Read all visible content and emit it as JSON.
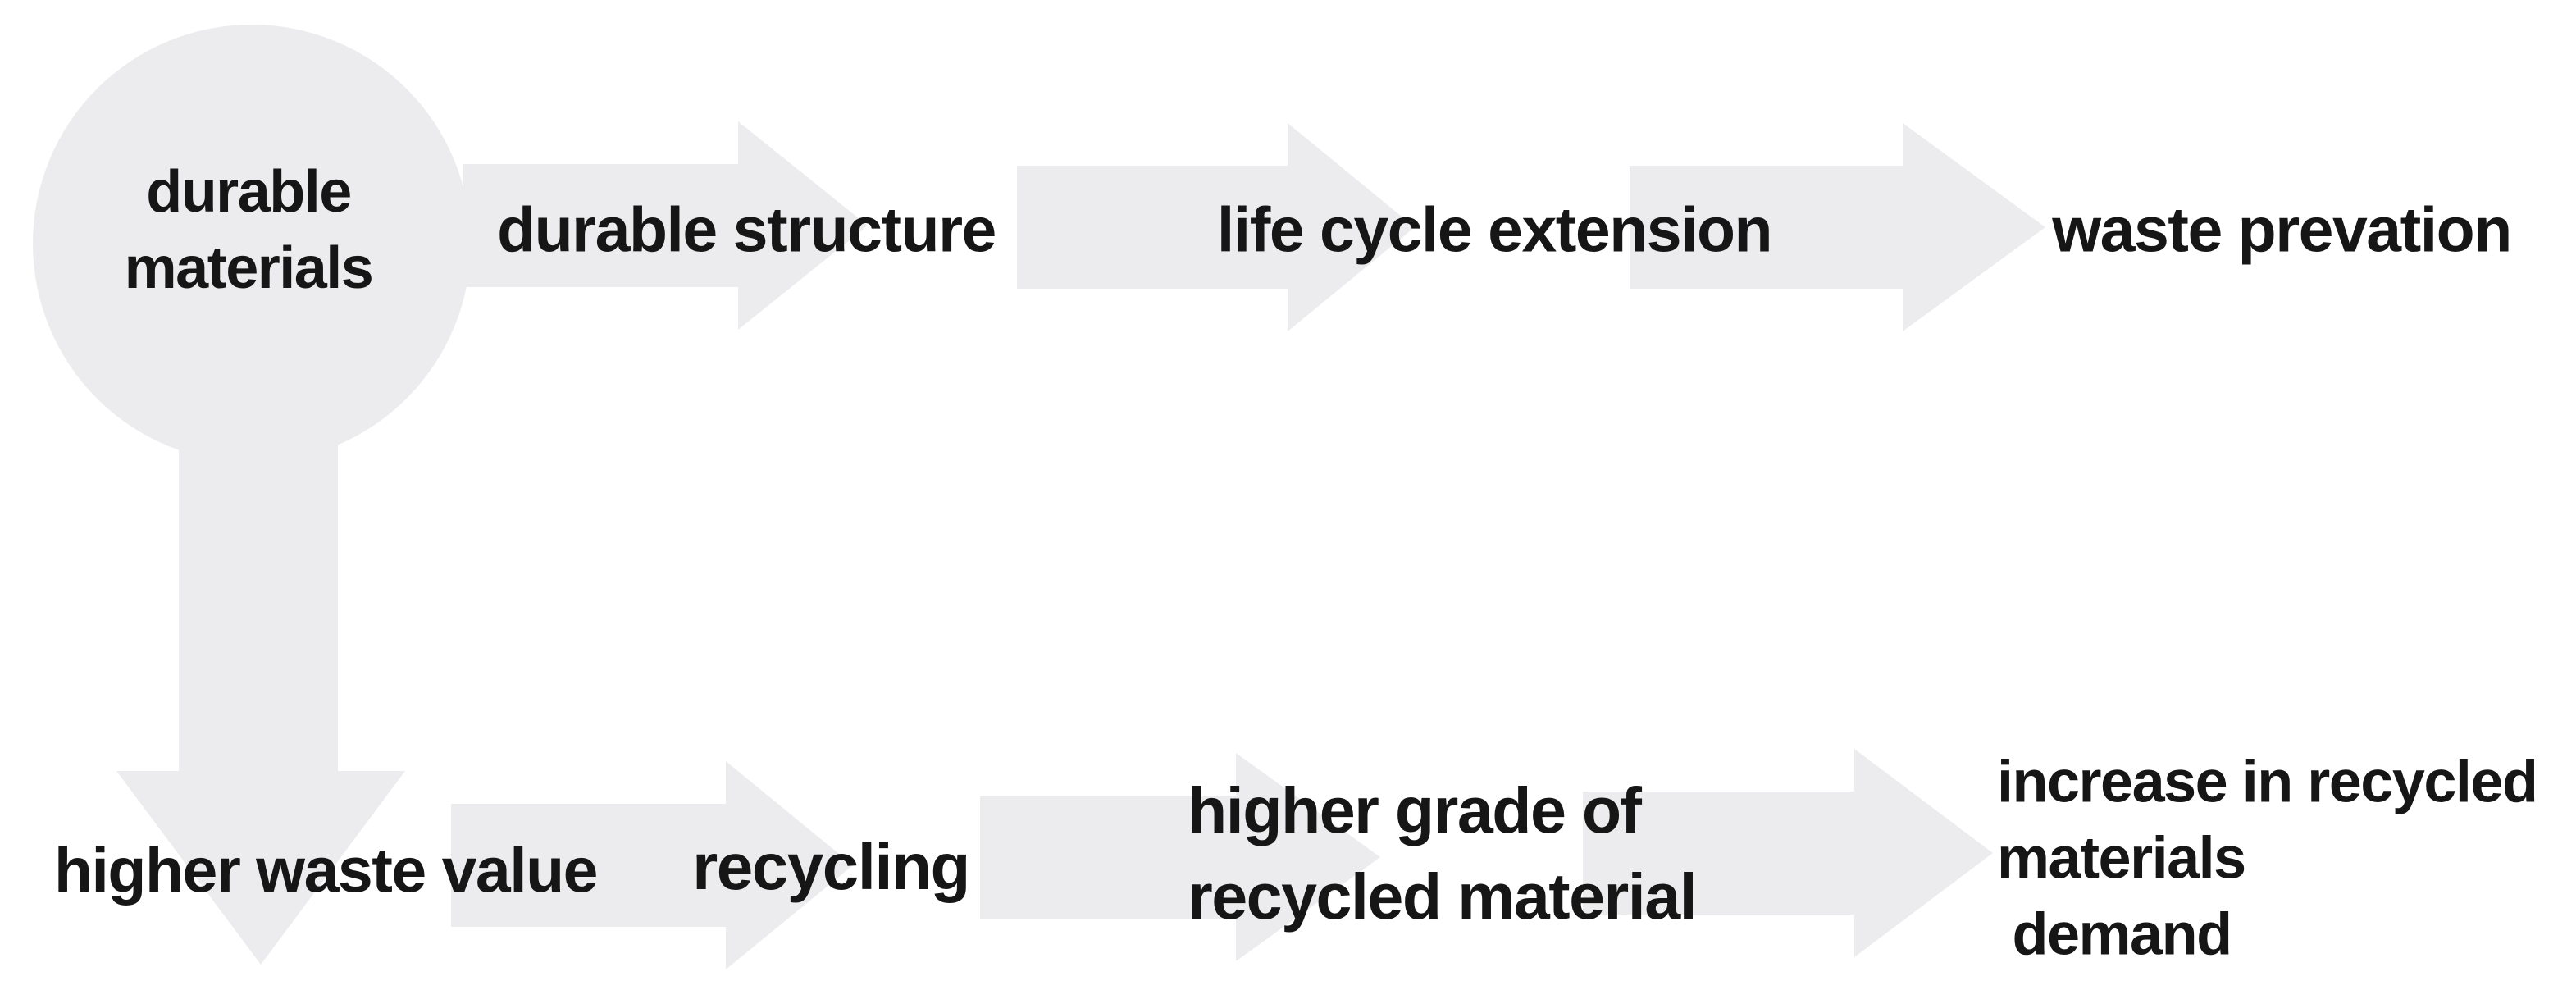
{
  "colors": {
    "background": "#ffffff",
    "shape": "#ececee",
    "text": "#161616"
  },
  "nodes": {
    "durable_materials": "durable\nmaterials",
    "durable_structure": "durable structure",
    "life_cycle_extension": "life cycle extension",
    "waste_prevation": "waste prevation",
    "higher_waste_value": "higher waste value",
    "recycling": "recycling",
    "higher_grade_of_recycled_material": "higher grade of\nrecycled material",
    "increase_in_recycled_materials_demand": "increase in recycled\nmaterials\n demand"
  }
}
